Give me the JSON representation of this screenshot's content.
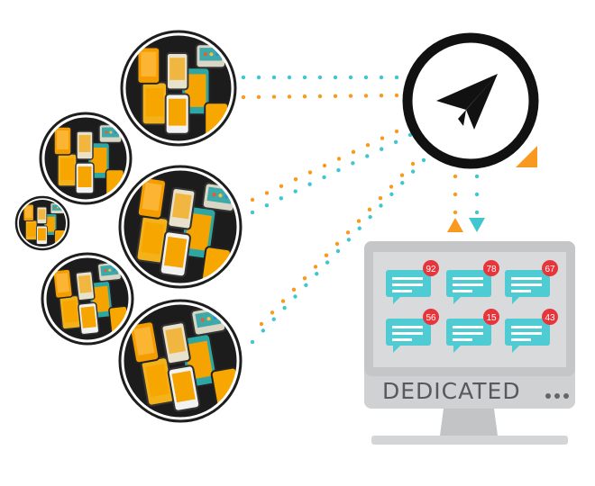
{
  "monitor": {
    "brand_label": "DEDICATED",
    "notifications": [
      {
        "count": "92"
      },
      {
        "count": "78"
      },
      {
        "count": "67"
      },
      {
        "count": "56"
      },
      {
        "count": "15"
      },
      {
        "count": "43"
      }
    ]
  },
  "colors": {
    "orange": "#f5a300",
    "teal": "#3cc3c9",
    "dot_orange": "#f79a1f",
    "dot_teal": "#3fc6d0",
    "badge_red": "#e8353b",
    "screen_gray": "#d9dadb",
    "bubble": "#4ecbd3"
  },
  "icons": {
    "send": "paper-plane-icon",
    "phones": "phones-cluster-icon"
  }
}
